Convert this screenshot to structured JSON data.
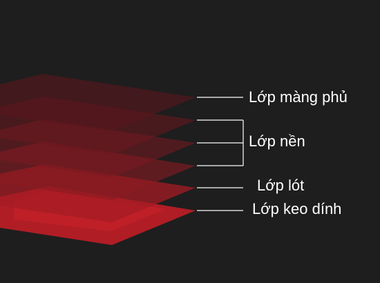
{
  "diagram": {
    "labels": {
      "top_coat": "Lớp màng phủ",
      "base": "Lớp nền",
      "primer": "Lớp lót",
      "adhesive": "Lớp keo dính"
    },
    "colors": {
      "background": "#1e1e1e",
      "layer_dark": "#5a1b22",
      "layer_bright": "#c21f27",
      "leader_line": "#ffffff"
    }
  }
}
